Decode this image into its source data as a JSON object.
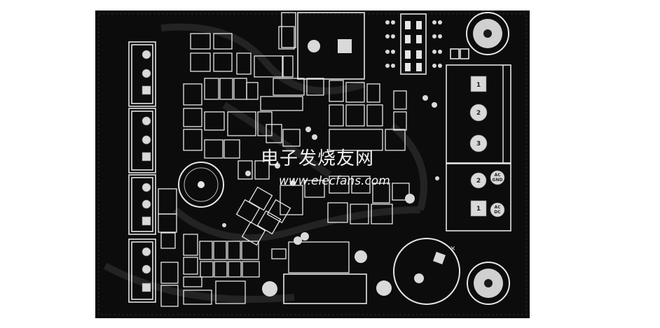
{
  "watermark": {
    "chinese": "电子发烧友网",
    "url": "www.elecfans.com"
  },
  "terminal_upper": {
    "pins": [
      "1",
      "2",
      "3"
    ]
  },
  "terminal_lower": {
    "pins": [
      {
        "num": "2",
        "label_top": "AC",
        "label_bottom": "GND"
      },
      {
        "num": "1",
        "label_top": "AC",
        "label_bottom": "DC"
      }
    ]
  },
  "colors": {
    "board": "#0c0c0c",
    "silkscreen": "#e6e6e6",
    "trace": "#262626",
    "pad": "#d9d9d9"
  }
}
